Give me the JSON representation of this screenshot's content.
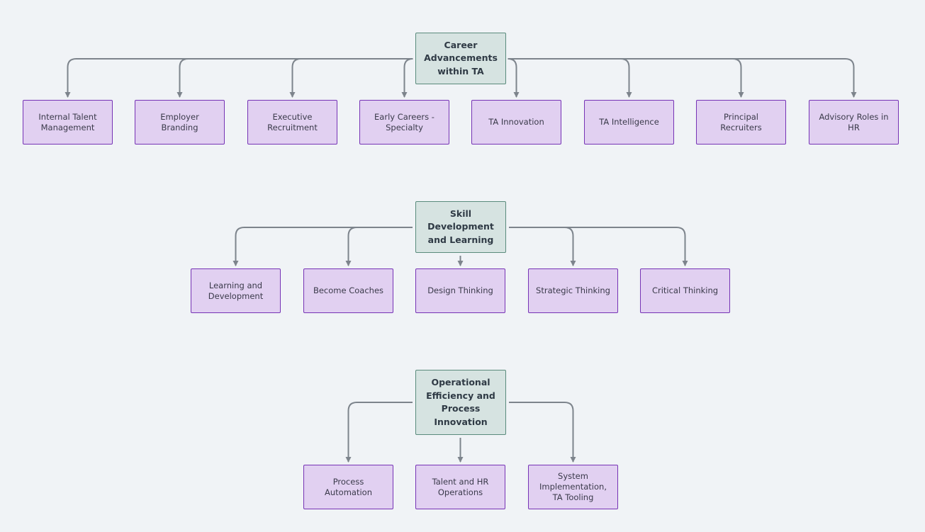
{
  "colors": {
    "background": "#f0f3f6",
    "root_fill": "#d6e3e1",
    "root_border": "#5a8b7c",
    "leaf_fill": "#e1d0f1",
    "leaf_border": "#7633b5",
    "connector": "#7d848c"
  },
  "groups": [
    {
      "root": "Career Advancements within TA",
      "children": [
        "Internal Talent Management",
        "Employer Branding",
        "Executive Recruitment",
        "Early Careers - Specialty",
        "TA Innovation",
        "TA Intelligence",
        "Principal Recruiters",
        "Advisory Roles in HR"
      ]
    },
    {
      "root": "Skill Development and Learning",
      "children": [
        "Learning and Development",
        "Become Coaches",
        "Design Thinking",
        "Strategic Thinking",
        "Critical Thinking"
      ]
    },
    {
      "root": "Operational Efficiency and Process Innovation",
      "children": [
        "Process Automation",
        "Talent and HR Operations",
        "System Implementation, TA Tooling"
      ]
    }
  ]
}
